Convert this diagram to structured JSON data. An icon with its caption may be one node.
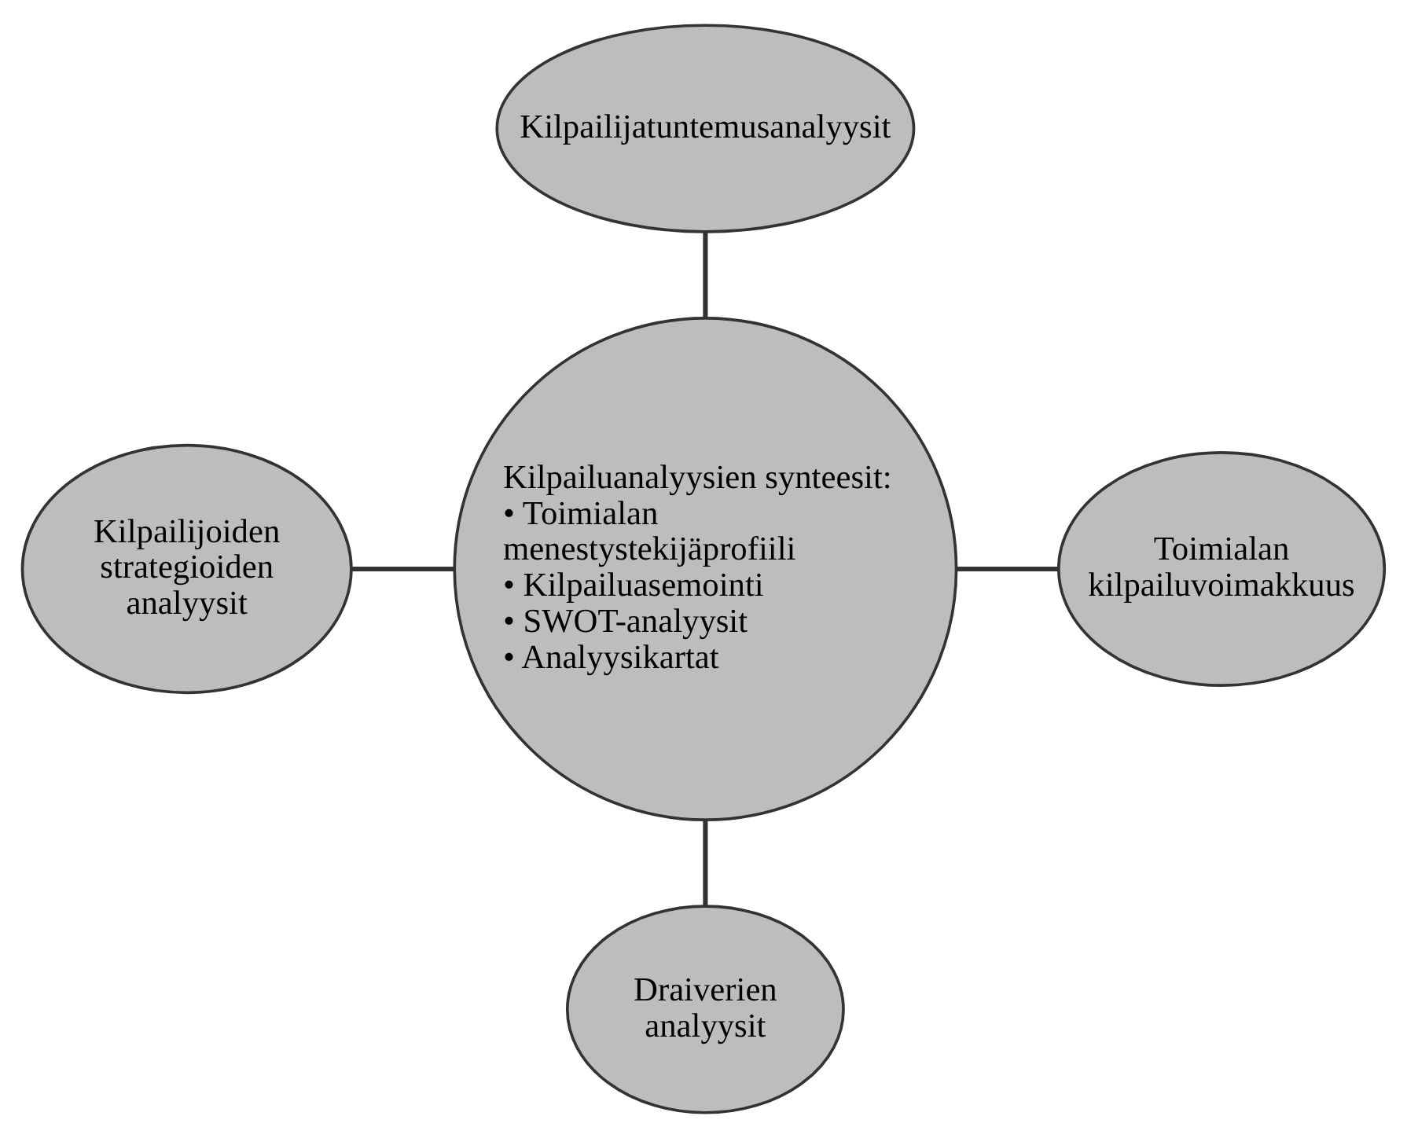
{
  "diagram": {
    "nodes": [
      {
        "text": [
          "Kilpailijatuntemusanalyysit"
        ]
      },
      {
        "text": [
          "Kilpailuanalyysien synteesit:",
          "• Toimialan menestystekijäprofiili",
          "• Kilpailuasemointi",
          "• SWOT-analyysit",
          "• Analyysikartat"
        ]
      },
      {
        "text": [
          "Kilpailijoiden strategioiden analyysit"
        ]
      },
      {
        "text": [
          "Toimialan kilpailuvoimakkuus"
        ]
      },
      {
        "text": [
          "Draiverien analyysit"
        ]
      }
    ],
    "edges": [
      {
        "from": 0,
        "to": 1,
        "arrow": "none"
      },
      {
        "from": 2,
        "to": 1,
        "arrow": "none"
      },
      {
        "from": 1,
        "to": 3,
        "arrow": "none"
      },
      {
        "from": 1,
        "to": 4,
        "arrow": "none"
      }
    ]
  }
}
